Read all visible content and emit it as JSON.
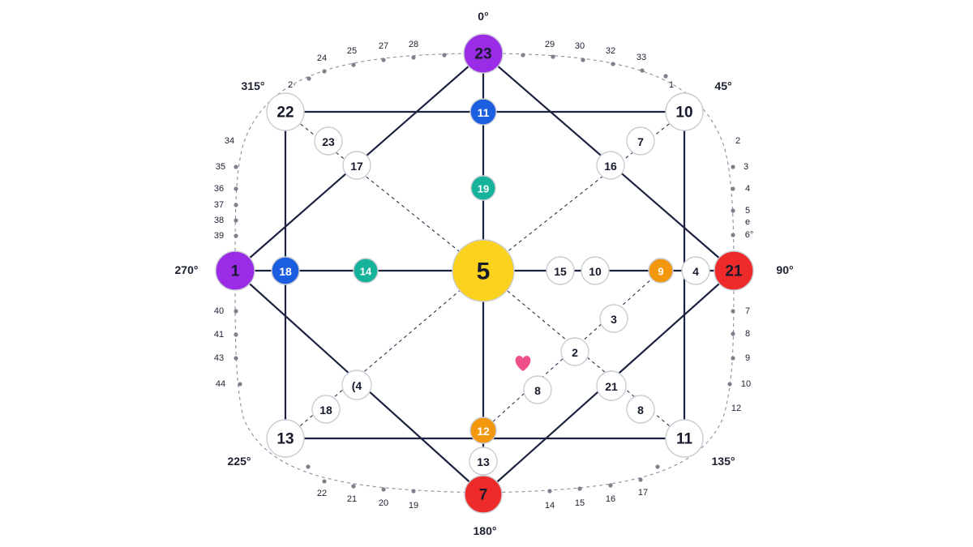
{
  "colors": {
    "edge": "#1c2340",
    "white_node": "#ffffff",
    "purple": "#9b2ce6",
    "blue": "#1c5ee0",
    "teal": "#15b39a",
    "yellow": "#fbd21e",
    "red": "#ee2a2a",
    "orange": "#f3970f",
    "heart": "#f0508a"
  },
  "degrees": [
    {
      "id": "deg-0",
      "text": "0°"
    },
    {
      "id": "deg-45",
      "text": "45°"
    },
    {
      "id": "deg-90",
      "text": "90°"
    },
    {
      "id": "deg-135",
      "text": "135°"
    },
    {
      "id": "deg-180",
      "text": "180°"
    },
    {
      "id": "deg-225",
      "text": "225°"
    },
    {
      "id": "deg-270",
      "text": "270°"
    },
    {
      "id": "deg-315",
      "text": "315°"
    }
  ],
  "nodes": [
    {
      "id": "top",
      "label": "23",
      "fill": "purple"
    },
    {
      "id": "left",
      "label": "1",
      "fill": "purple"
    },
    {
      "id": "right",
      "label": "21",
      "fill": "red"
    },
    {
      "id": "bottom",
      "label": "7",
      "fill": "red"
    },
    {
      "id": "center",
      "label": "5",
      "fill": "yellow"
    },
    {
      "id": "tl",
      "label": "22",
      "fill": "white"
    },
    {
      "id": "tr",
      "label": "10",
      "fill": "white"
    },
    {
      "id": "bl",
      "label": "13",
      "fill": "white"
    },
    {
      "id": "br",
      "label": "11",
      "fill": "white"
    },
    {
      "id": "v-top-blue",
      "label": "11",
      "fill": "blue"
    },
    {
      "id": "v-teal",
      "label": "19",
      "fill": "teal"
    },
    {
      "id": "h-left-blue",
      "label": "18",
      "fill": "blue"
    },
    {
      "id": "h-teal",
      "label": "14",
      "fill": "teal"
    },
    {
      "id": "h-15",
      "label": "15",
      "fill": "white"
    },
    {
      "id": "h-10",
      "label": "10",
      "fill": "white"
    },
    {
      "id": "h-orange",
      "label": "9",
      "fill": "orange"
    },
    {
      "id": "h-4",
      "label": "4",
      "fill": "white"
    },
    {
      "id": "v-orange",
      "label": "12",
      "fill": "orange"
    },
    {
      "id": "v-13",
      "label": "13",
      "fill": "white"
    },
    {
      "id": "ul-23",
      "label": "23",
      "fill": "white"
    },
    {
      "id": "ul-17",
      "label": "17",
      "fill": "white"
    },
    {
      "id": "ur-7",
      "label": "7",
      "fill": "white"
    },
    {
      "id": "ur-16",
      "label": "16",
      "fill": "white"
    },
    {
      "id": "ll-4",
      "label": "(4",
      "fill": "white"
    },
    {
      "id": "ll-18",
      "label": "18",
      "fill": "white"
    },
    {
      "id": "lr-3",
      "label": "3",
      "fill": "white"
    },
    {
      "id": "lr-2",
      "label": "2",
      "fill": "white"
    },
    {
      "id": "lr-8a",
      "label": "8",
      "fill": "white"
    },
    {
      "id": "lr-21",
      "label": "21",
      "fill": "white"
    },
    {
      "id": "lr-8b",
      "label": "8",
      "fill": "white"
    }
  ],
  "ring_labels": [
    {
      "id": "r-24",
      "text": "24"
    },
    {
      "id": "r-25",
      "text": "25"
    },
    {
      "id": "r-27",
      "text": "27"
    },
    {
      "id": "r-28",
      "text": "28"
    },
    {
      "id": "r-29",
      "text": "29"
    },
    {
      "id": "r-30",
      "text": "30"
    },
    {
      "id": "r-32",
      "text": "32"
    },
    {
      "id": "r-33",
      "text": "33"
    },
    {
      "id": "r-2-top",
      "text": "2·"
    },
    {
      "id": "r-1-top",
      "text": "1"
    },
    {
      "id": "r-34",
      "text": "34"
    },
    {
      "id": "r-35",
      "text": "35"
    },
    {
      "id": "r-36",
      "text": "36"
    },
    {
      "id": "r-37",
      "text": "37"
    },
    {
      "id": "r-38",
      "text": "38"
    },
    {
      "id": "r-39",
      "text": "39"
    },
    {
      "id": "r-40",
      "text": "40"
    },
    {
      "id": "r-41",
      "text": "41"
    },
    {
      "id": "r-43",
      "text": "43"
    },
    {
      "id": "r-44",
      "text": "44"
    },
    {
      "id": "r-2-right",
      "text": "2"
    },
    {
      "id": "r-3-right",
      "text": "3"
    },
    {
      "id": "r-4-right",
      "text": "4"
    },
    {
      "id": "r-5-right",
      "text": "5"
    },
    {
      "id": "r-e-right",
      "text": "e"
    },
    {
      "id": "r-6-right",
      "text": "6°"
    },
    {
      "id": "r-7-right",
      "text": "7"
    },
    {
      "id": "r-8-right",
      "text": "8"
    },
    {
      "id": "r-9-right",
      "text": "9"
    },
    {
      "id": "r-10-right",
      "text": "10"
    },
    {
      "id": "r-12-right",
      "text": "12"
    },
    {
      "id": "r-22-bot",
      "text": "22"
    },
    {
      "id": "r-21-bot",
      "text": "21"
    },
    {
      "id": "r-20-bot",
      "text": "20"
    },
    {
      "id": "r-19-bot",
      "text": "19"
    },
    {
      "id": "r-14-bot",
      "text": "14"
    },
    {
      "id": "r-15-bot",
      "text": "15"
    },
    {
      "id": "r-16-bot",
      "text": "16"
    },
    {
      "id": "r-17-bot",
      "text": "17"
    }
  ]
}
